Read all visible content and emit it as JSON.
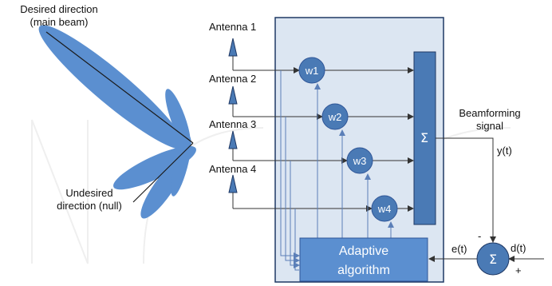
{
  "beam": {
    "desired_line1": "Desired direction",
    "desired_line2": "(main beam)",
    "null_line1": "Undesired",
    "null_line2": "direction (null)"
  },
  "antennas": [
    {
      "label": "Antenna 1"
    },
    {
      "label": "Antenna 2"
    },
    {
      "label": "Antenna 3"
    },
    {
      "label": "Antenna 4"
    }
  ],
  "weights": [
    "w1",
    "w2",
    "w3",
    "w4"
  ],
  "summer_symbol": "Σ",
  "adaptive": {
    "line1": "Adaptive",
    "line2": "algorithm"
  },
  "output": {
    "line1": "Beamforming",
    "line2": "signal",
    "yt": "y(t)"
  },
  "error": {
    "et": "e(t)",
    "dt": "d(t)",
    "minus": "-",
    "plus": "+"
  },
  "colors": {
    "lobe": "#5b8fd0",
    "box_fill": "#dce6f2",
    "box_stroke": "#1f3864",
    "node": "#4a7ab5",
    "adaptive": "#5b8fd0",
    "line": "#333333",
    "feedback": "#6f9ad6"
  }
}
